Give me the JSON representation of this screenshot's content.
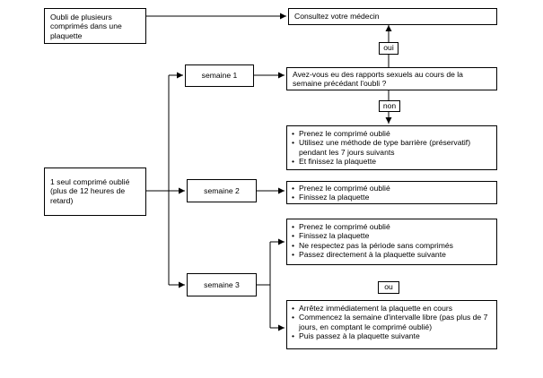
{
  "nodes": {
    "several_missed": "Oubli de plusieurs comprimés dans une plaquette",
    "see_doctor": "Consultez votre médecin",
    "one_missed": "1 seul comprimé oublié (plus de 12 heures de retard)",
    "week1": "semaine 1",
    "week2": "semaine 2",
    "week3": "semaine 3",
    "question": "Avez-vous eu des rapports sexuels au cours de la semaine précédant l'oubli ?",
    "answer_yes": "oui",
    "answer_no": "non",
    "or_label": "ou",
    "week1_actions": [
      "Prenez le comprimé oublié",
      "Utilisez une méthode de type barrière (préservatif) pendant les 7 jours suivants",
      "Et finissez la plaquette"
    ],
    "week2_actions": [
      "Prenez le comprimé oublié",
      "Finissez la plaquette"
    ],
    "week3_option_a": [
      "Prenez le comprimé oublié",
      "Finissez la plaquette",
      "Ne respectez pas la période sans comprimés",
      "Passez directement à la plaquette suivante"
    ],
    "week3_option_b": [
      "Arrêtez immédiatement la plaquette en cours",
      "Commencez la semaine d'intervalle libre (pas plus de 7 jours, en comptant le comprimé oublié)",
      "Puis passez à la plaquette suivante"
    ]
  },
  "edges": [
    {
      "from": "several_missed",
      "to": "see_doctor"
    },
    {
      "from": "one_missed",
      "to": "week1"
    },
    {
      "from": "one_missed",
      "to": "week2"
    },
    {
      "from": "one_missed",
      "to": "week3"
    },
    {
      "from": "week1",
      "to": "question"
    },
    {
      "from": "question",
      "to": "see_doctor",
      "label": "oui"
    },
    {
      "from": "question",
      "to": "week1_actions",
      "label": "non"
    },
    {
      "from": "week2",
      "to": "week2_actions"
    },
    {
      "from": "week3",
      "to": "week3_option_a"
    },
    {
      "from": "week3",
      "to": "week3_option_b"
    }
  ]
}
